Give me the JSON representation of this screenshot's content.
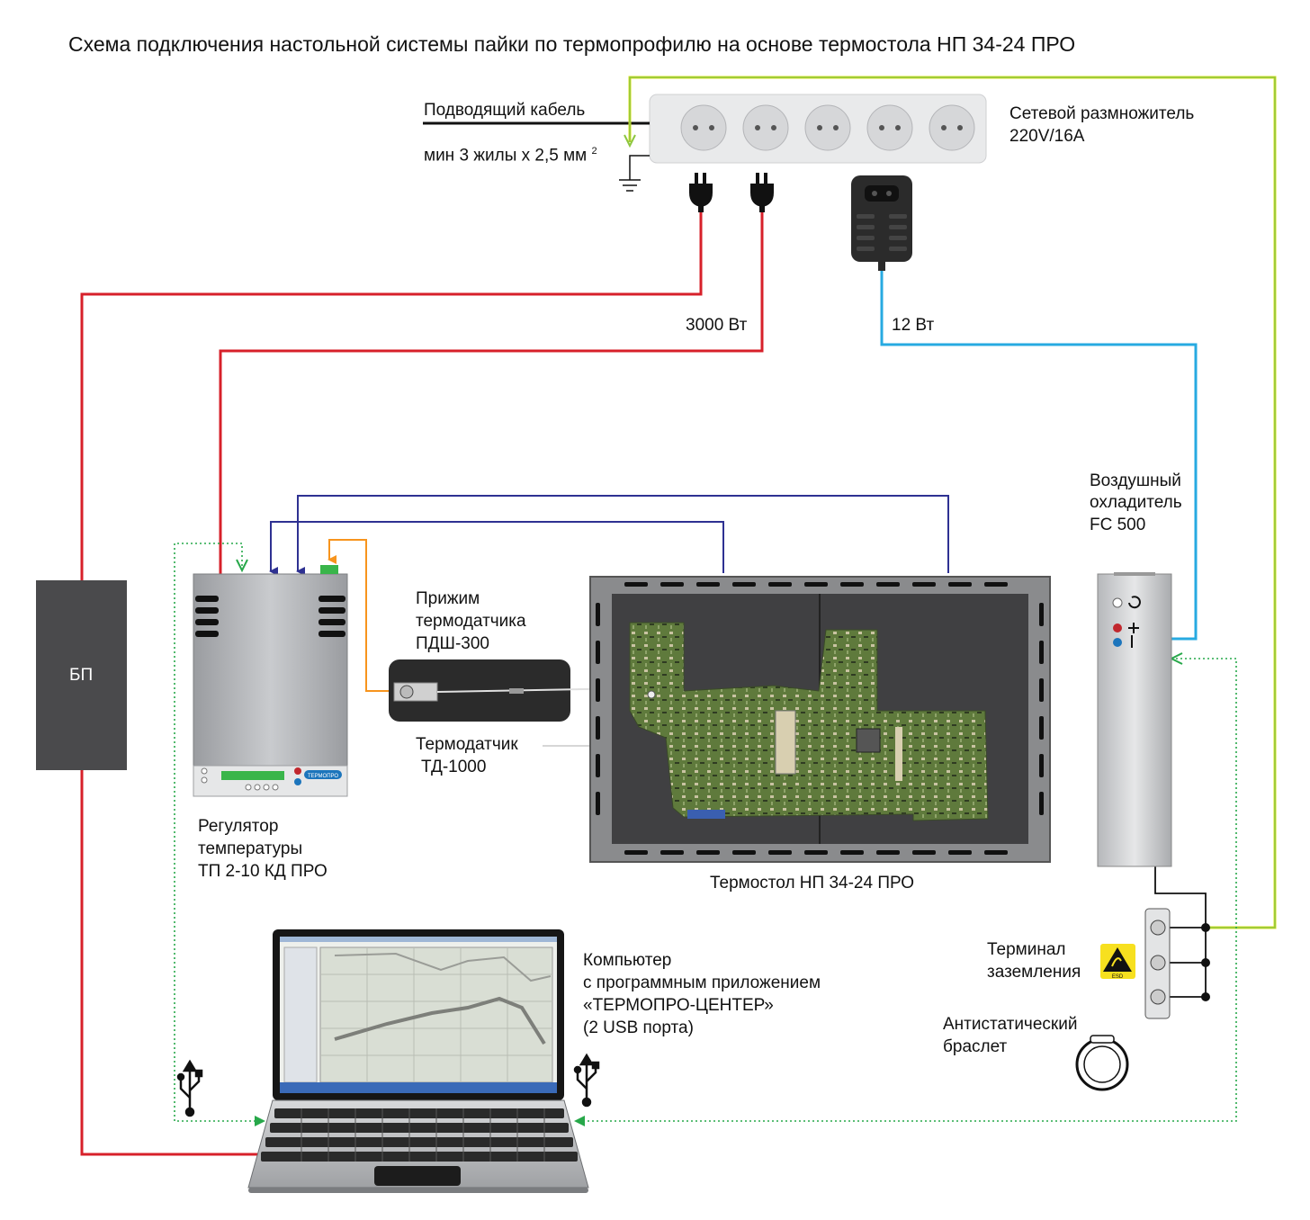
{
  "title": "Схема подключения настольной системы пайки по термопрофилю на основе термостола НП 34-24 ПРО",
  "cable": {
    "line1": "Подводящий кабель",
    "line2": "мин 3 жилы х 2,5 мм",
    "sup": "2"
  },
  "splitter": {
    "line1": "Сетевой размножитель",
    "line2": "220V/16A"
  },
  "power_3000": "3000 Вт",
  "power_12": "12 Вт",
  "psu": "БП",
  "cooler": {
    "line1": "Воздушный",
    "line2": "охладитель",
    "line3": "FC 500"
  },
  "clamp": {
    "line1": "Прижим",
    "line2": "термодатчика",
    "line3": "ПДШ-300"
  },
  "sensor": {
    "line1": "Термодатчик",
    "line2": "ТД-1000"
  },
  "regulator": {
    "line1": "Регулятор",
    "line2": "температуры",
    "line3": "ТП 2-10 КД ПРО",
    "brand": "ТЕРМОПРО"
  },
  "table": "Термостол НП 34-24 ПРО",
  "computer": {
    "line1": "Компьютер",
    "line2": "с программным приложением",
    "line3": "«ТЕРМОПРО-ЦЕНТЕР»",
    "line4": "(2 USB порта)"
  },
  "terminal": {
    "line1": "Терминал",
    "line2": "заземления",
    "esd": "ESD"
  },
  "bracelet": {
    "line1": "Антистатический",
    "line2": "браслет"
  },
  "colors": {
    "power": "#d7202a",
    "signal": "#2e3192",
    "thermo": "#f7941d",
    "usb": "#27a84a",
    "low_power": "#27aae1",
    "ground": "#a6ce39"
  }
}
